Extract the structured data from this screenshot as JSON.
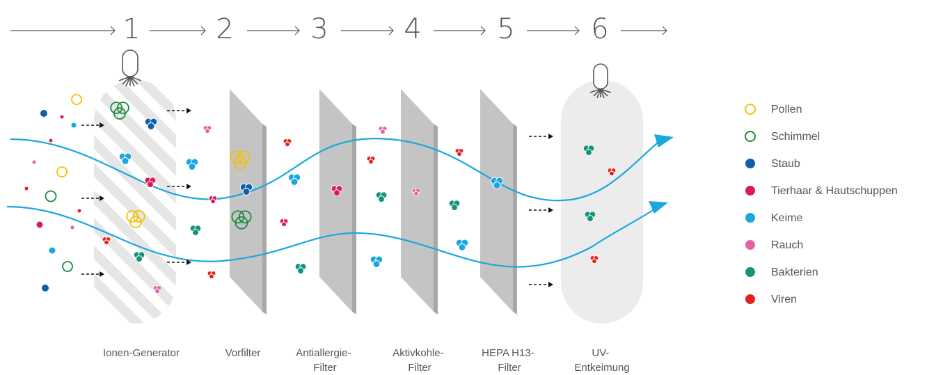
{
  "stages": [
    {
      "number": "1",
      "label_lines": [
        "Ionen-Generator"
      ]
    },
    {
      "number": "2",
      "label_lines": [
        "Vorfilter"
      ]
    },
    {
      "number": "3",
      "label_lines": [
        "Antiallergie-",
        "Filter"
      ]
    },
    {
      "number": "4",
      "label_lines": [
        "Aktivkohle-",
        "Filter"
      ]
    },
    {
      "number": "5",
      "label_lines": [
        "HEPA H13-",
        "Filter"
      ]
    },
    {
      "number": "6",
      "label_lines": [
        "UV-",
        "Entkeimung"
      ]
    }
  ],
  "legend": [
    {
      "label": "Pollen",
      "color": "#f2c200",
      "style": "ring"
    },
    {
      "label": "Schimmel",
      "color": "#1a8a3a",
      "style": "ring"
    },
    {
      "label": "Staub",
      "color": "#0e5ea8",
      "style": "dot"
    },
    {
      "label": "Tierhaar & Hautschuppen",
      "color": "#e0185a",
      "style": "dot"
    },
    {
      "label": "Keime",
      "color": "#1ba7e0",
      "style": "dot"
    },
    {
      "label": "Rauch",
      "color": "#e063a8",
      "style": "dot"
    },
    {
      "label": "Bakterien",
      "color": "#12957a",
      "style": "dot"
    },
    {
      "label": "Viren",
      "color": "#e0231e",
      "style": "dot"
    }
  ],
  "colors": {
    "airflow": "#1ba7e0",
    "filter": "#c2c2c2",
    "filter_edge": "#a6a6a6",
    "chamber": "#ececec",
    "text": "#555555"
  }
}
